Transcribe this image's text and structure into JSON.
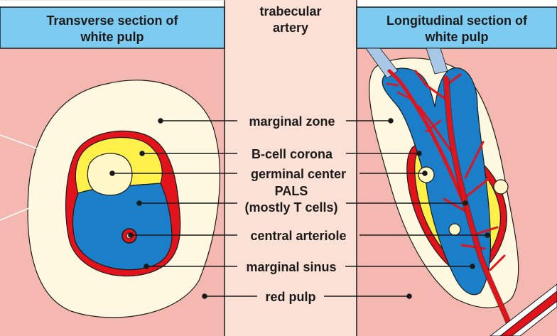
{
  "headers": {
    "left_line1": "Transverse section of",
    "left_line2": "white pulp",
    "center_line1": "trabecular",
    "center_line2": "artery",
    "right_line1": "Longitudinal section of",
    "right_line2": "white pulp"
  },
  "labels": {
    "marginal_zone": "marginal zone",
    "b_cell_corona": "B-cell corona",
    "germinal_center": "germinal center",
    "pals_line1": "PALS",
    "pals_line2": "(mostly T cells)",
    "central_arteriole": "central arteriole",
    "marginal_sinus": "marginal sinus",
    "red_pulp": "red pulp"
  },
  "colors": {
    "red_pulp": "#f5b8b0",
    "center_strip": "#fbe0d6",
    "header_blue": "#7dcbf0",
    "marginal_zone": "#fff8e0",
    "b_cell_corona": "#fff14a",
    "germinal_center": "#fff7c8",
    "pals": "#1a7fc8",
    "arteriole": "#e2131a"
  }
}
